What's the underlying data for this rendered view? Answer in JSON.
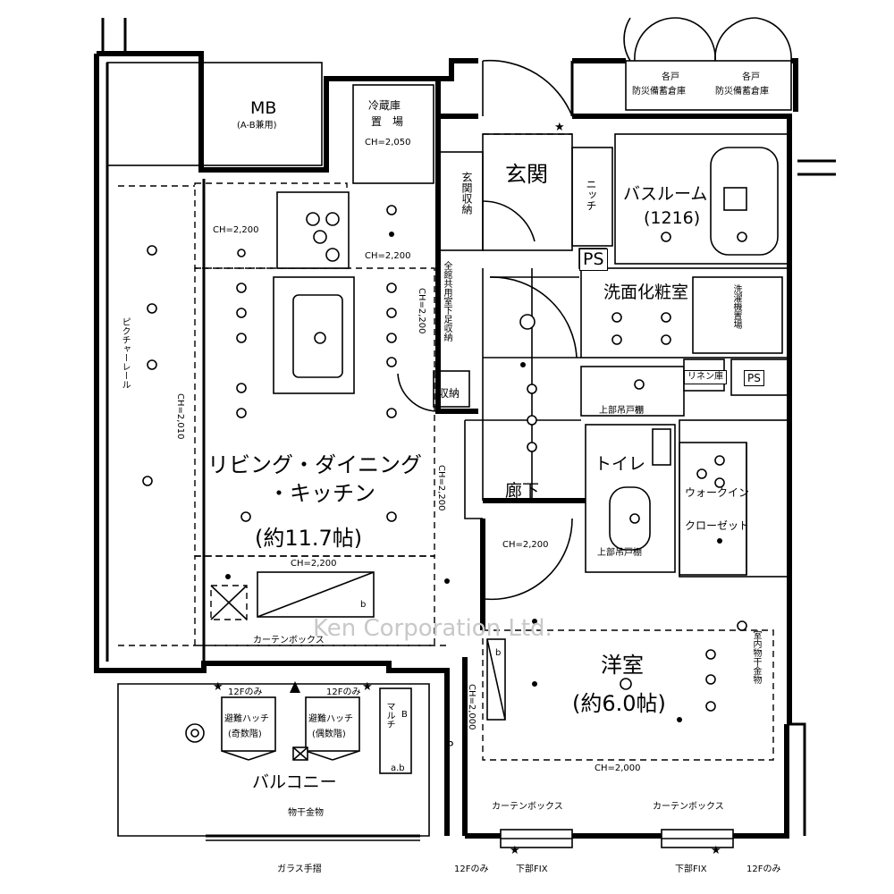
{
  "rooms": {
    "ldk_line1": "リビング・ダイニング",
    "ldk_line2": "・キッチン",
    "ldk_area": "(約11.7帖)",
    "western_room": "洋室",
    "western_area": "(約6.0帖)",
    "genkan": "玄関",
    "bathroom": "バスルーム",
    "bathroom_size": "(1216)",
    "washroom": "洗面化粧室",
    "toilet": "トイレ",
    "hallway": "廊下",
    "balcony": "バルコニー",
    "walkin_line1": "ウォークイン",
    "walkin_line2": "クローゼット",
    "mb": "MB",
    "mb_sub": "(A-B兼用)",
    "niche": "ニッチ"
  },
  "storage": {
    "genkan_storage": "玄関収納",
    "storage": "収納",
    "linen": "リネン庫",
    "fridge_line1": "冷蔵庫",
    "fridge_line2": "置　場",
    "disaster_1_line1": "各戸",
    "disaster_1_line2": "防災備蓄倉庫",
    "disaster_2_line1": "各戸",
    "disaster_2_line2": "防災備蓄倉庫",
    "washing_machine": "洗濯機置場",
    "shoe_storage": "全館共用室下足収納",
    "indoor_drying": "室内物干金物",
    "wash_shelf": "棚"
  },
  "ps_labels": [
    "PS",
    "PS"
  ],
  "ceiling": {
    "ch_fridge": "CH=2,050",
    "ch_ldk_left": "CH=2,200",
    "ch_ldk_mid": "CH=2,200",
    "ch_ldk_vert": "CH=2,200",
    "ch_ldk_right": "CH=2,200",
    "ch_ldk_side": "CH=2,010",
    "ch_ldk_bottom": "CH=2,200",
    "ch_hall": "CH=2,200",
    "ch_western_side": "CH=2,000",
    "ch_western_bottom": "CH=2,000"
  },
  "annotations": {
    "picture_rail": "ピクチャーレール",
    "curtain_box_ldk": "カーテンボックス",
    "curtain_box_w1": "カーテンボックス",
    "curtain_box_w2": "カーテンボックス",
    "hatch_odd_line1": "避難ハッチ",
    "hatch_odd_line2": "(奇数階)",
    "hatch_even_line1": "避難ハッチ",
    "hatch_even_line2": "(偶数階)",
    "floor12_a": "12Fのみ",
    "floor12_b": "12Fのみ",
    "floor12_c": "12Fのみ",
    "floor12_d": "12Fのみ",
    "fix_a": "下部FIX",
    "fix_b": "下部FIX",
    "drying_rack": "物干金物",
    "glass_rail": "ガラス手摺",
    "multi_box": "マルチ",
    "multi_sub": "a.b",
    "toilet_shelf": "上部吊戸棚",
    "wash_upper": "上部吊戸棚",
    "letter_p": "P",
    "letter_b": "b",
    "letter_b2": "b",
    "letter_B": "B"
  },
  "watermark": "Ken Corporation Ltd."
}
